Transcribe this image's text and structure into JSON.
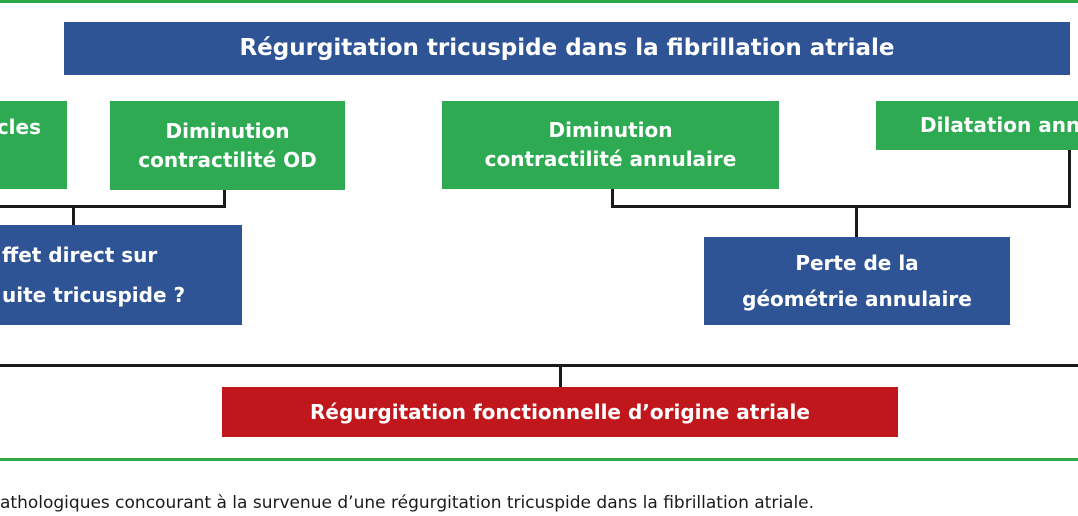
{
  "diagram": {
    "title": "Régurgitation tricuspide dans la fibrillation atriale",
    "nodes": {
      "left_partial_top": {
        "lines": [
          "cles"
        ]
      },
      "diminution_od": {
        "lines": [
          "Diminution",
          "contractilité OD"
        ]
      },
      "diminution_annulaire": {
        "lines": [
          "Diminution",
          "contractilité annulaire"
        ]
      },
      "dilatation_annulaire": {
        "lines": [
          "Dilatation ann"
        ]
      },
      "effet_direct": {
        "lines": [
          "ffet direct sur",
          "uite tricuspide ?"
        ]
      },
      "perte_geometrie": {
        "lines": [
          "Perte de la",
          "géométrie annulaire"
        ]
      },
      "regurgitation_fonctionnelle": {
        "lines": [
          "Régurgitation fonctionnelle d’origine atriale"
        ]
      }
    },
    "caption": "athologiques concourant à la survenue d’une régurgitation tricuspide dans la fibrillation atriale."
  },
  "colors": {
    "frame_green": "#2ea84a",
    "node_green": "#2eab52",
    "node_blue": "#2f5496",
    "node_red": "#c0171c",
    "connector": "#1a1a1a"
  }
}
